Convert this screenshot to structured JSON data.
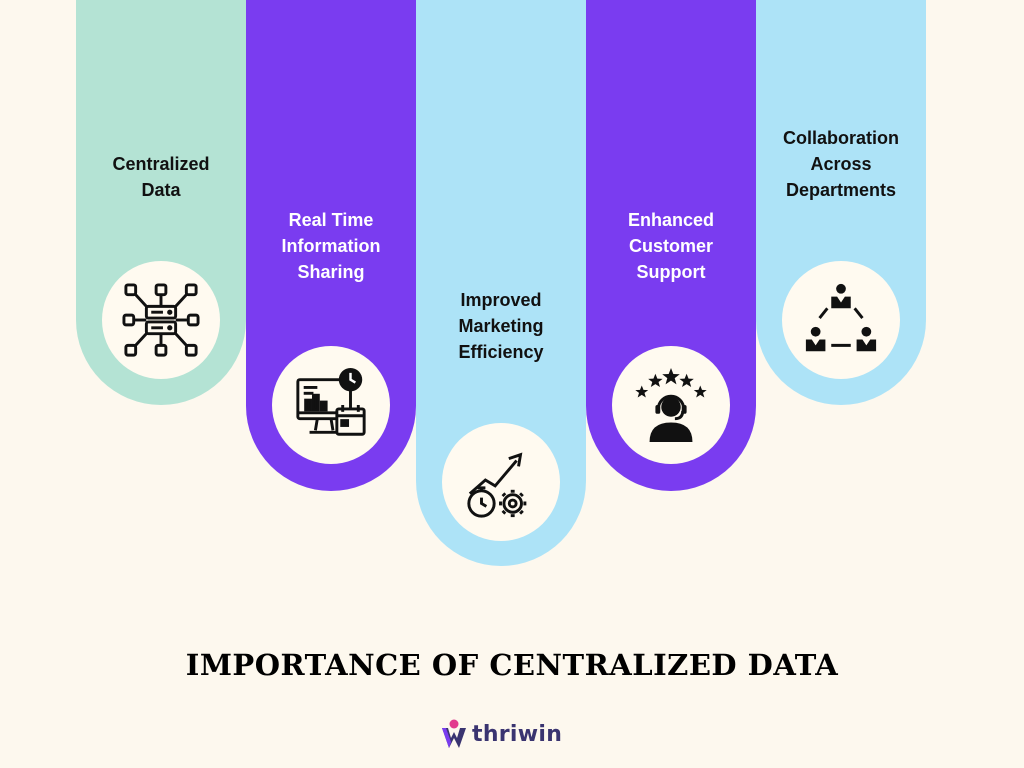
{
  "title": "IMPORTANCE OF CENTRALIZED DATA",
  "brand": {
    "name": "thriwin"
  },
  "colors": {
    "background": "#fdf8ee",
    "mint": "#b4e3d4",
    "purple": "#7a3cf0",
    "sky": "#ade3f7",
    "brand_text": "#3a3470",
    "brand_accent": "#e23a8d"
  },
  "pillars": [
    {
      "label": "Centralized\nData",
      "icon": "server-network-icon",
      "color": "#b4e3d4",
      "text_color": "#111111"
    },
    {
      "label": "Real Time\nInformation\nSharing",
      "icon": "dashboard-clock-calendar-icon",
      "color": "#7a3cf0",
      "text_color": "#ffffff"
    },
    {
      "label": "Improved\nMarketing\nEfficiency",
      "icon": "stopwatch-gear-growth-icon",
      "color": "#ade3f7",
      "text_color": "#111111"
    },
    {
      "label": "Enhanced\nCustomer\nSupport",
      "icon": "support-agent-stars-icon",
      "color": "#7a3cf0",
      "text_color": "#ffffff"
    },
    {
      "label": "Collaboration\nAcross\nDepartments",
      "icon": "team-network-icon",
      "color": "#ade3f7",
      "text_color": "#111111"
    }
  ]
}
